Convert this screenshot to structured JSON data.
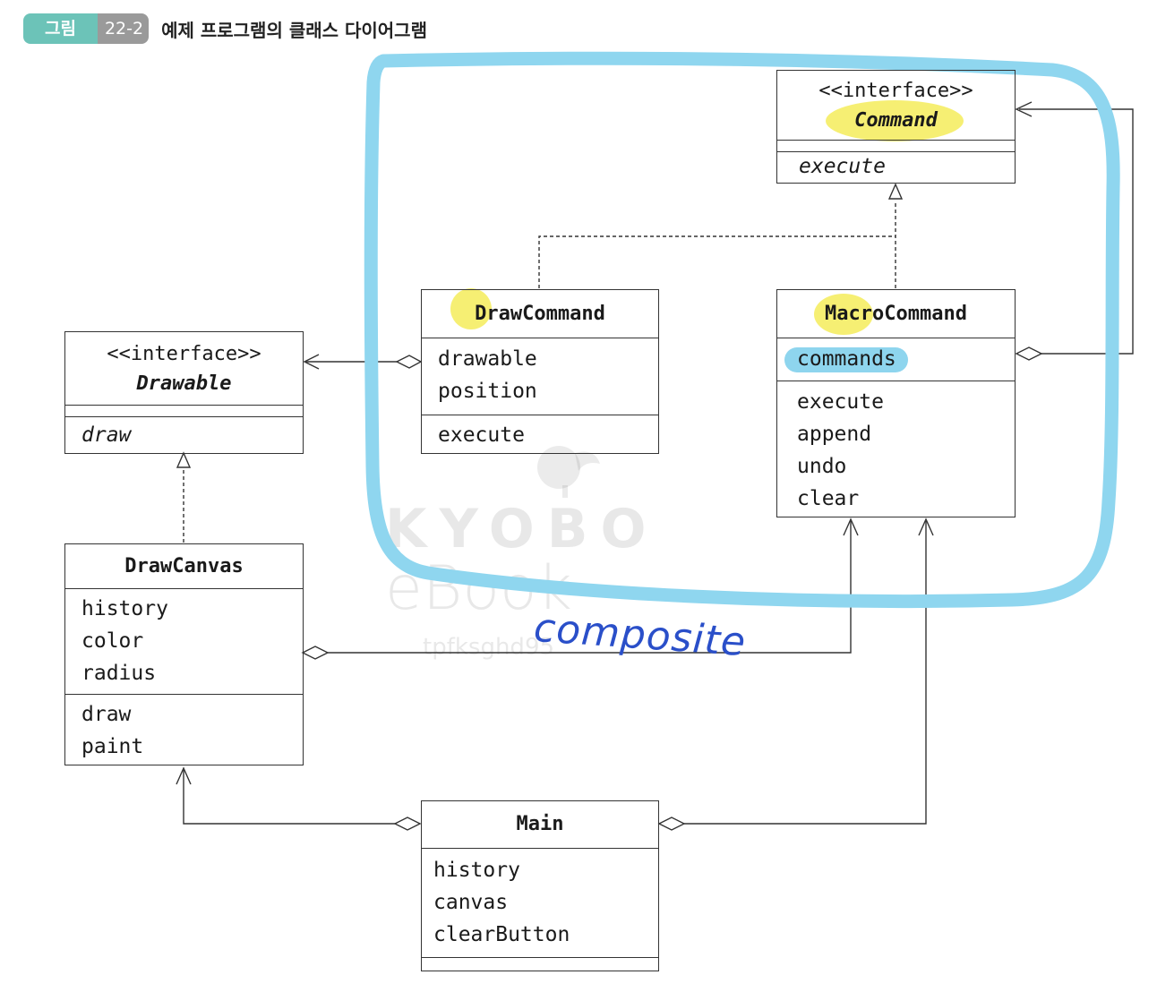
{
  "caption": {
    "tag": "그림",
    "number": "22-2",
    "title": "예제 프로그램의 클래스 다이어그램"
  },
  "classes": {
    "command": {
      "stereotype": "<<interface>>",
      "name": "Command",
      "fields": [],
      "methods": [
        "execute"
      ]
    },
    "draw_command": {
      "name": "DrawCommand",
      "fields": [
        "drawable",
        "position"
      ],
      "methods": [
        "execute"
      ]
    },
    "macro_command": {
      "name": "MacroCommand",
      "fields": [
        "commands"
      ],
      "methods": [
        "execute",
        "append",
        "undo",
        "clear"
      ]
    },
    "drawable": {
      "stereotype": "<<interface>>",
      "name": "Drawable",
      "fields": [],
      "methods": [
        "draw"
      ]
    },
    "draw_canvas": {
      "name": "DrawCanvas",
      "fields": [
        "history",
        "color",
        "radius"
      ],
      "methods": [
        "draw",
        "paint"
      ]
    },
    "main": {
      "name": "Main",
      "fields": [
        "history",
        "canvas",
        "clearButton"
      ],
      "methods": []
    }
  },
  "annotation": {
    "text": "composite",
    "color": "#2a4fc9"
  },
  "highlight_colors": {
    "yellow": "#f5ec5a",
    "blue_marker": "#82d0ec"
  },
  "watermark": {
    "brand": "KYOBO",
    "sub": "eBook",
    "user": "tpfksghd95"
  }
}
